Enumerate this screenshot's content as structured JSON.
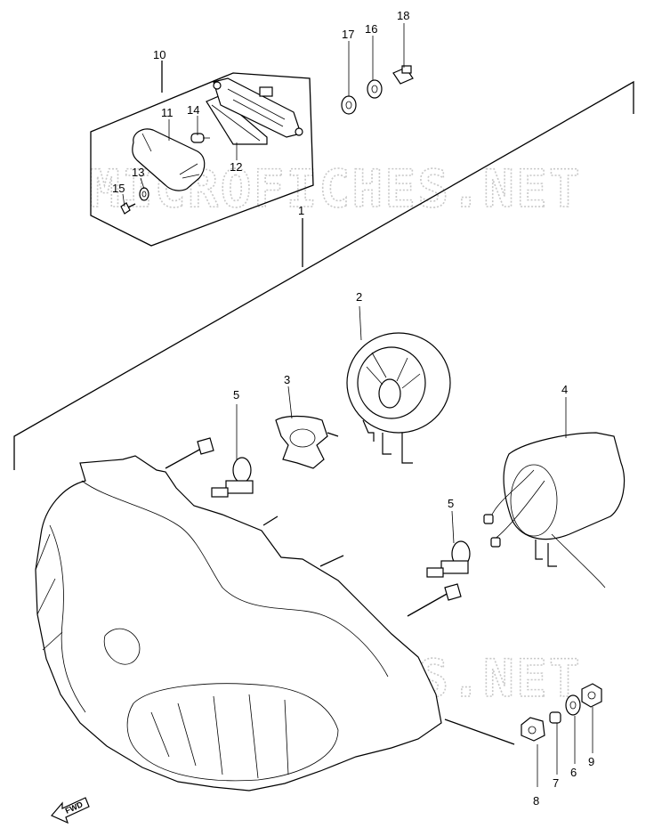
{
  "watermark": "MICROFICHES.NET",
  "direction_marker": "FWD",
  "callouts": [
    "1",
    "2",
    "3",
    "4",
    "5",
    "5",
    "6",
    "7",
    "8",
    "9",
    "10",
    "11",
    "12",
    "13",
    "14",
    "15",
    "16",
    "17",
    "18"
  ]
}
